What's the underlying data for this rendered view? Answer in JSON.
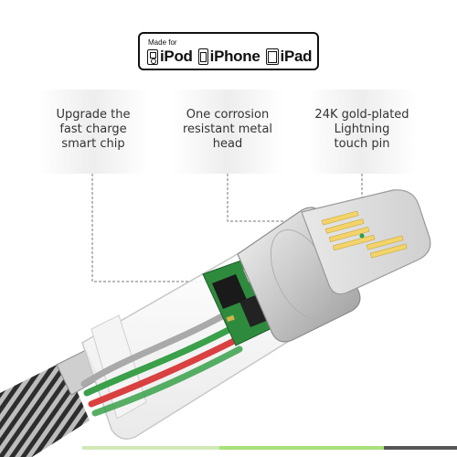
{
  "badge": {
    "made_for": "Made for",
    "devices": [
      {
        "label": "iPod",
        "icon": "ipod-icon"
      },
      {
        "label": "iPhone",
        "icon": "iphone-icon"
      },
      {
        "label": "iPad",
        "icon": "ipad-icon"
      }
    ]
  },
  "callouts": [
    {
      "lines": [
        "Upgrade the",
        "fast charge",
        "smart chip"
      ]
    },
    {
      "lines": [
        "One corrosion",
        "resistant metal",
        "head"
      ]
    },
    {
      "lines": [
        "24K gold-plated",
        "Lightning",
        "touch pin"
      ]
    }
  ],
  "colors": {
    "pin_gold": "#f3d46a",
    "pcb_green": "#2e8b3d",
    "accent_green": "#a8e07a",
    "wire_red": "#d94040",
    "wire_green": "#3aa04a"
  }
}
